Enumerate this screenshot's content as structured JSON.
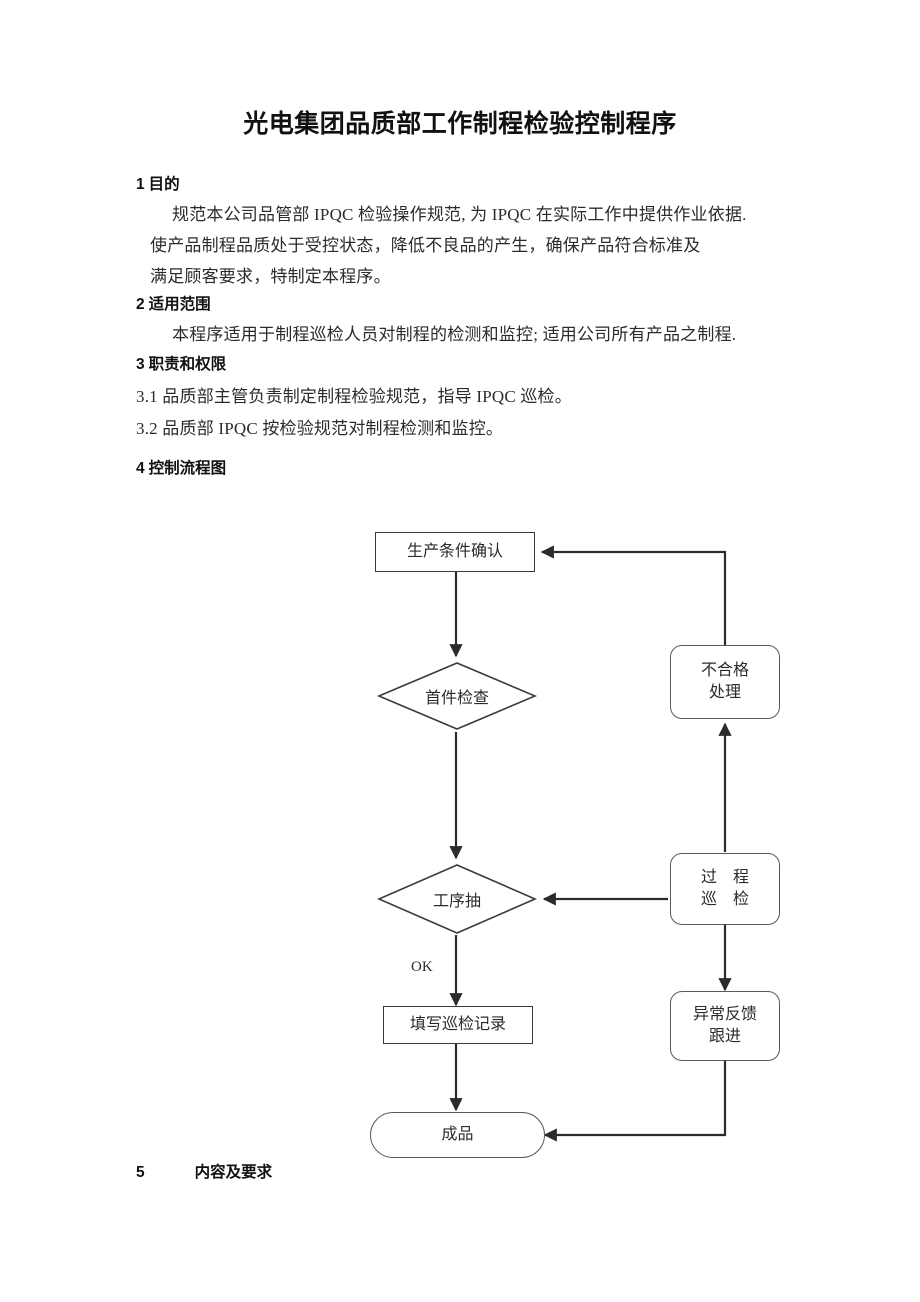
{
  "document": {
    "title": "光电集团品质部工作制程检验控制程序",
    "sections": [
      {
        "number": "1",
        "heading": "目的",
        "lines": [
          "规范本公司品管部 IPQC 检验操作规范, 为 IPQC 在实际工作中提供作业依据.",
          "使产品制程品质处于受控状态，降低不良品的产生，确保产品符合标准及",
          "满足顾客要求，特制定本程序。"
        ]
      },
      {
        "number": "2",
        "heading": "适用范围",
        "lines": [
          "本程序适用于制程巡检人员对制程的检测和监控; 适用公司所有产品之制程."
        ]
      },
      {
        "number": "3",
        "heading": "职责和权限",
        "lines": [
          "3.1 品质部主管负责制定制程检验规范，指导 IPQC 巡检。",
          "3.2 品质部 IPQC 按检验规范对制程检测和监控。"
        ]
      },
      {
        "number": "4",
        "heading": "控制流程图",
        "lines": []
      }
    ],
    "section5": {
      "number": "5",
      "heading": "内容及要求"
    }
  },
  "flowchart": {
    "nodes": {
      "production_condition": {
        "label": "生产条件确认",
        "shape": "rect"
      },
      "first_article_check": {
        "label": "首件检查",
        "shape": "diamond"
      },
      "process_sampling": {
        "label": "工序抽",
        "shape": "diamond"
      },
      "fill_patrol_record": {
        "label": "填写巡检记录",
        "shape": "rect"
      },
      "finished_product": {
        "label": "成品",
        "shape": "stadium"
      },
      "nonconforming_handling": {
        "line1": "不合格",
        "line2": "处理",
        "shape": "round"
      },
      "process_patrol": {
        "line1": "过 程",
        "line2": "巡 检",
        "shape": "round"
      },
      "abnormal_feedback": {
        "line1": "异常反馈",
        "line2": "跟进",
        "shape": "round"
      }
    },
    "edge_labels": {
      "ok": "OK"
    }
  },
  "colors": {
    "text": "#2b2b2b",
    "heading": "#111111",
    "stroke": "#3a3a3a",
    "stroke_soft": "#5a5a5a",
    "background": "#ffffff"
  }
}
